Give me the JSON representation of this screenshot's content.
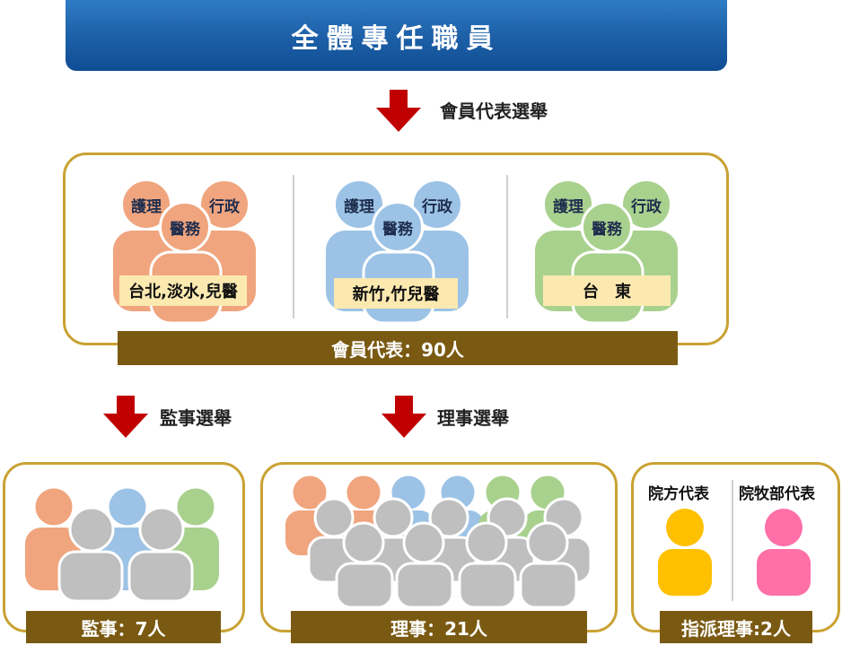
{
  "header": {
    "title": "全體專任職員"
  },
  "flow": {
    "member_election": "會員代表選舉",
    "supervisor_election": "監事選舉",
    "director_election": "理事選舉"
  },
  "roles": {
    "nursing": "護理",
    "admin": "行政",
    "medical": "醫務"
  },
  "groups": [
    {
      "location": "台北,淡水,兒醫"
    },
    {
      "location": "新竹,竹兒醫"
    },
    {
      "location": "台　東"
    }
  ],
  "member_reps": {
    "label": "會員代表：90人"
  },
  "supervisors": {
    "label": "監事：7人"
  },
  "directors": {
    "label": "理事：21人"
  },
  "appointed": {
    "hospital_rep": "院方代表",
    "pastoral_rep": "院牧部代表",
    "label": "指派理事:2人"
  },
  "colors": {
    "orange": "#f0a57e",
    "blue": "#9cc3e6",
    "green": "#a9d18e",
    "grey": "#bfbfbf",
    "yellow": "#ffc000",
    "pink": "#ff6fa8",
    "gold_border": "#c9a233",
    "brown_bar": "#7a5a12",
    "arrow_red": "#c00000"
  }
}
